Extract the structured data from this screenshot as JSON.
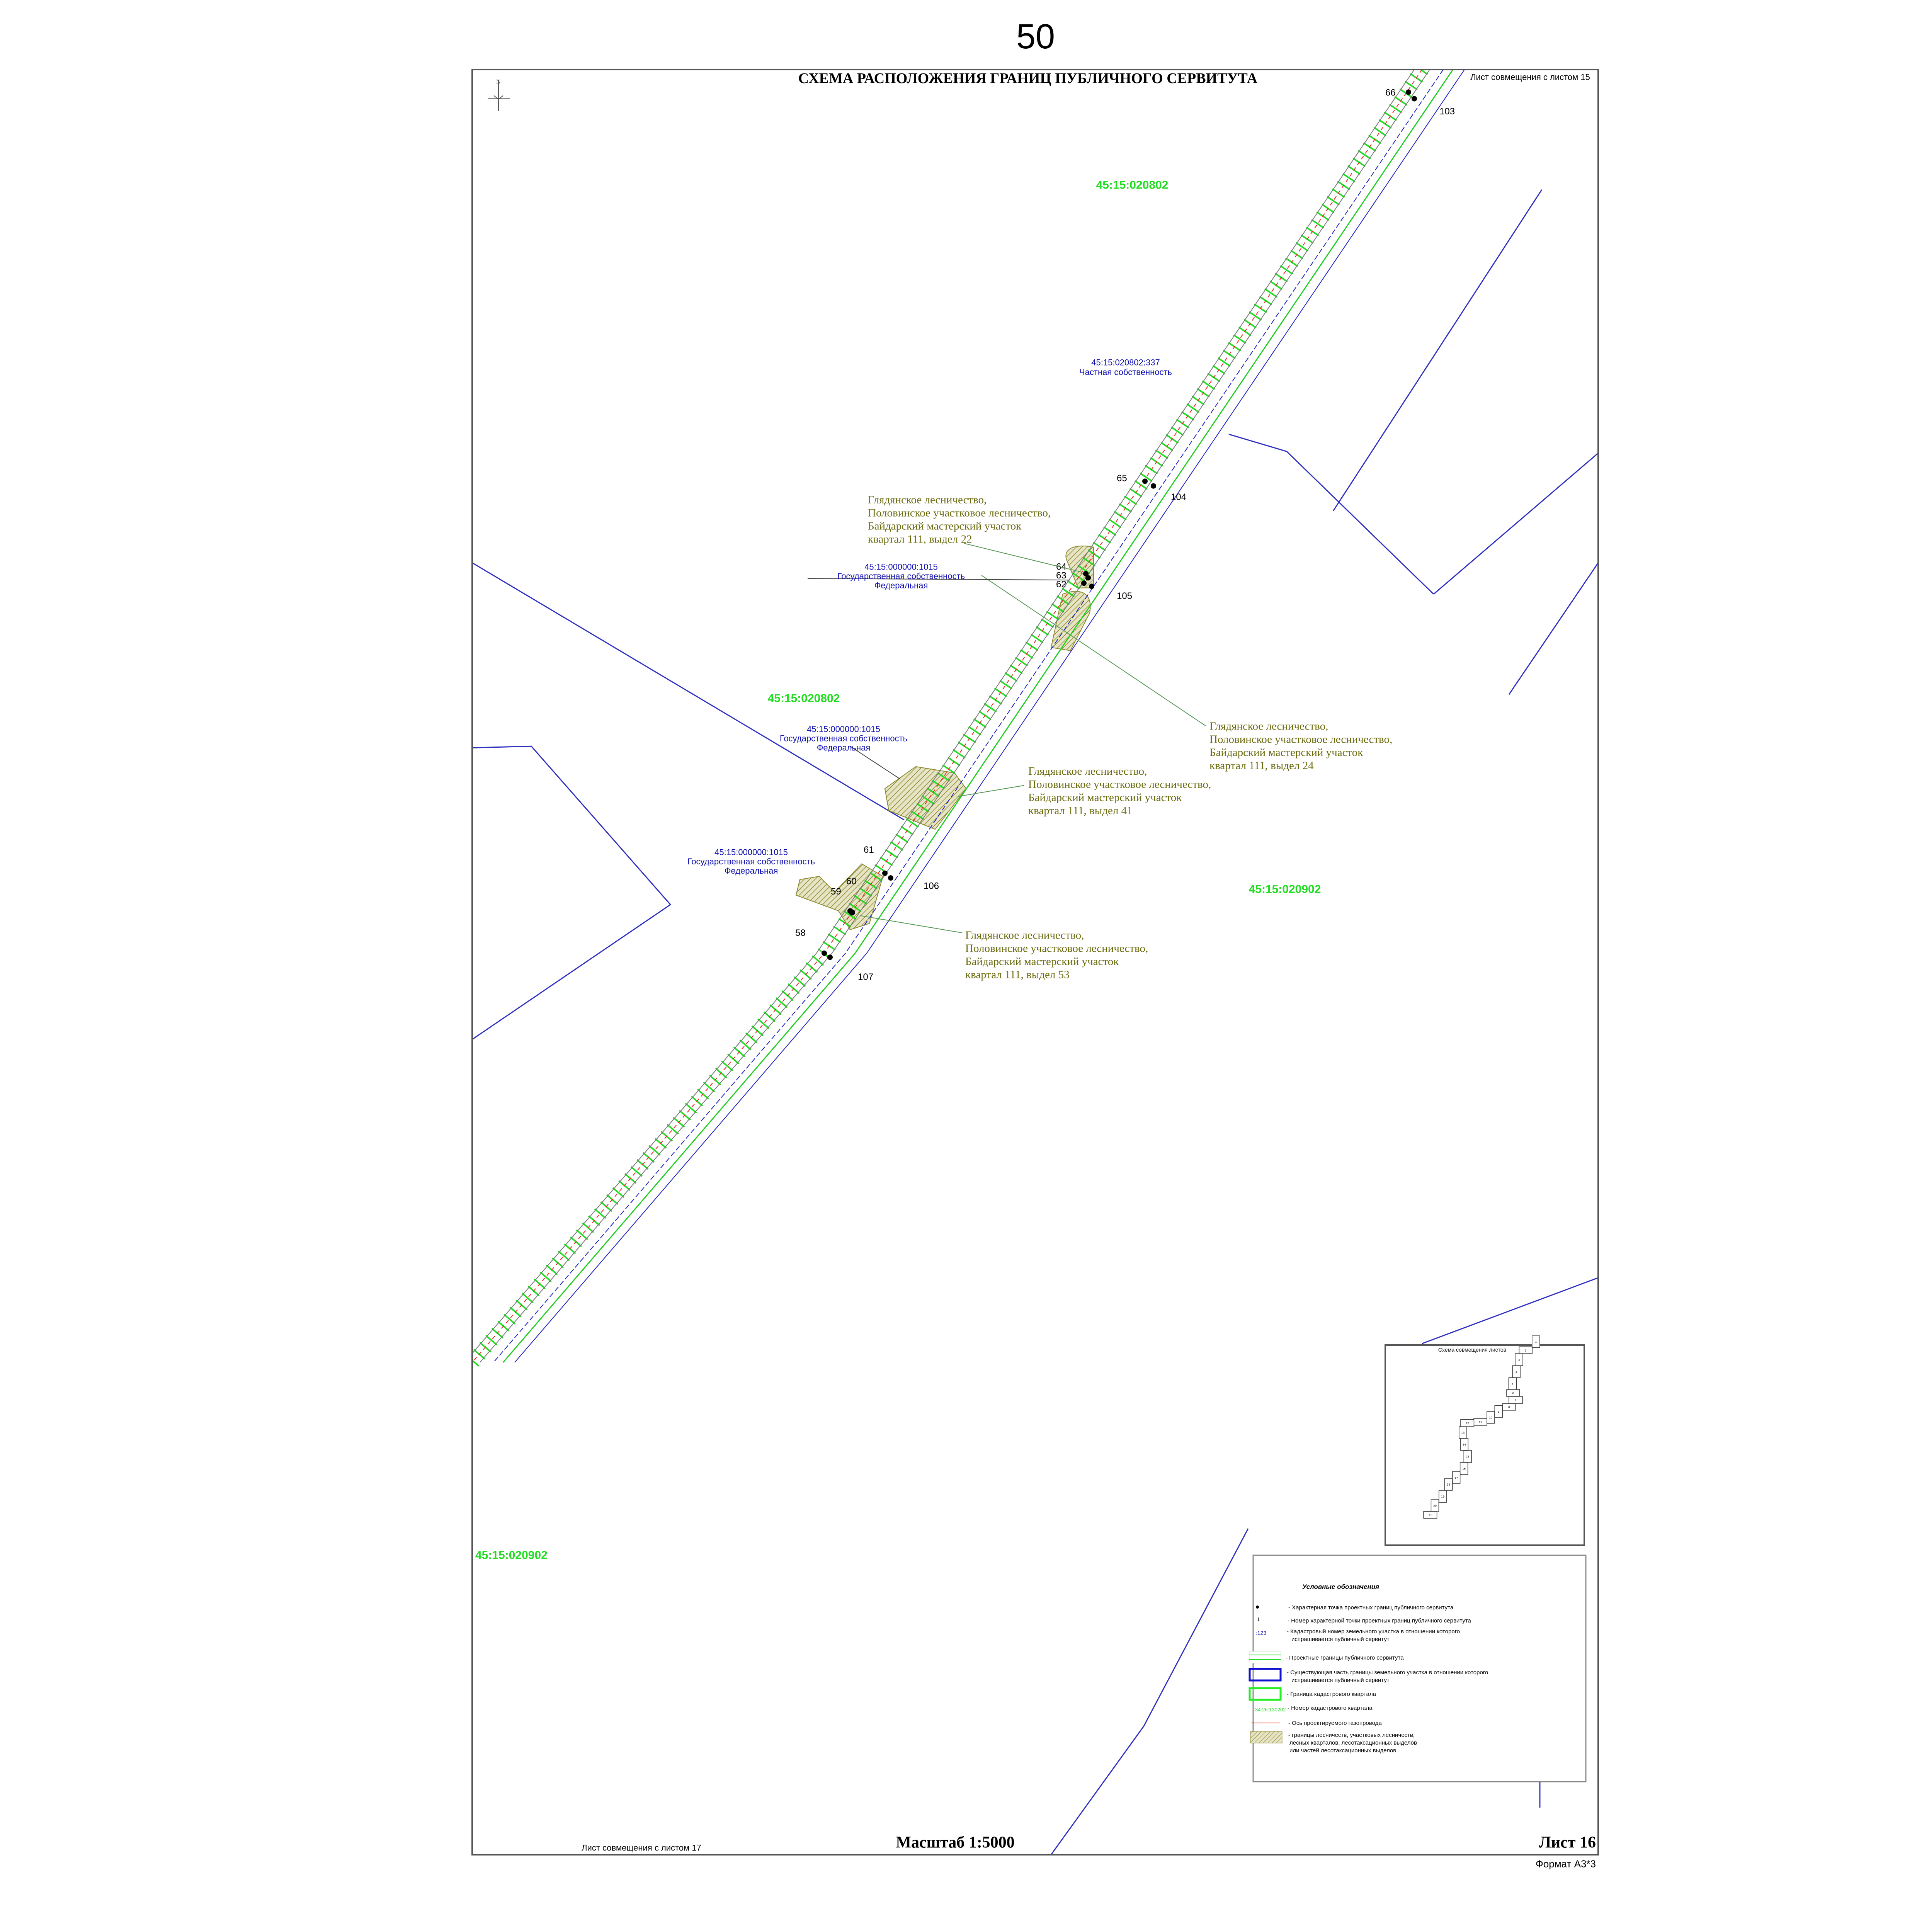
{
  "page_number": "50",
  "title": "СХЕМА РАСПОЛОЖЕНИЯ ГРАНИЦ ПУБЛИЧНОГО СЕРВИТУТА",
  "north_label": "N",
  "sheet_join_top": "Лист совмещения с листом 15",
  "sheet_join_bottom": "Лист совмещения с листом 17",
  "scale": "Масштаб 1:5000",
  "sheet": "Лист 16",
  "format": "Формат А3*3",
  "quarters": [
    "45:15:020802",
    "45:15:020802",
    "45:15:020902",
    "45:15:020902"
  ],
  "parcels": {
    "private": {
      "number": "45:15:020802:337",
      "owner": "Частная собственность"
    },
    "state": {
      "number": "45:15:000000:1015",
      "owner": "Государственная собственность",
      "level": "Федеральная"
    }
  },
  "forest_labels": [
    [
      "Глядянское лесничество,",
      "Половинское участковое лесничество,",
      "Байдарский мастерский участок",
      "квартал 111, выдел 22"
    ],
    [
      "Глядянское лесничество,",
      "Половинское участковое лесничество,",
      "Байдарский мастерский участок",
      "квартал 111, выдел 24"
    ],
    [
      "Глядянское лесничество,",
      "Половинское участковое лесничество,",
      "Байдарский мастерский участок",
      "квартал 111, выдел 41"
    ],
    [
      "Глядянское лесничество,",
      "Половинское участковое лесничество,",
      "Байдарский мастерский участок",
      "квартал 111, выдел 53"
    ]
  ],
  "points": [
    "66",
    "103",
    "65",
    "104",
    "64",
    "63",
    "62",
    "105",
    "61",
    "106",
    "60",
    "59",
    "58",
    "107"
  ],
  "minimap": {
    "title": "Схема совмещения листов",
    "sheets": [
      "1",
      "2",
      "3",
      "4",
      "5",
      "6",
      "7",
      "8",
      "9",
      "10",
      "11",
      "12",
      "13",
      "14",
      "15",
      "16",
      "17",
      "18",
      "19",
      "20",
      "21"
    ]
  },
  "legend": {
    "title": "Условные обозначения",
    "sample_point_number": "1",
    "sample_parcel": ":123",
    "sample_quarter": "34:26:130202",
    "items": [
      "- Характерная точка проектных границ публичного сервитута",
      "- Номер характерной точки проектных границ публичного сервитута",
      "- Кадастровый номер земельного участка в отношении которого",
      "испрашивается публичный сервитут",
      "- Проектные границы публичного сервитута",
      "- Существующая часть границы земельного участка в отношении которого",
      "испрашивается публичный сервитут",
      "- Граница кадастрового квартала",
      "- Номер кадастрового квартала",
      "- Ось проектируемого газопровода",
      "- границы лесничеств, участковых лесничеств,",
      "лесных кварталов, лесотаксационных выделов",
      "или частей лесотаксационных выделов."
    ]
  },
  "colors": {
    "servitude": "#22dd22",
    "parcel": "#1010b0",
    "axis": "#ee2222",
    "forest": "#6b6b10"
  }
}
